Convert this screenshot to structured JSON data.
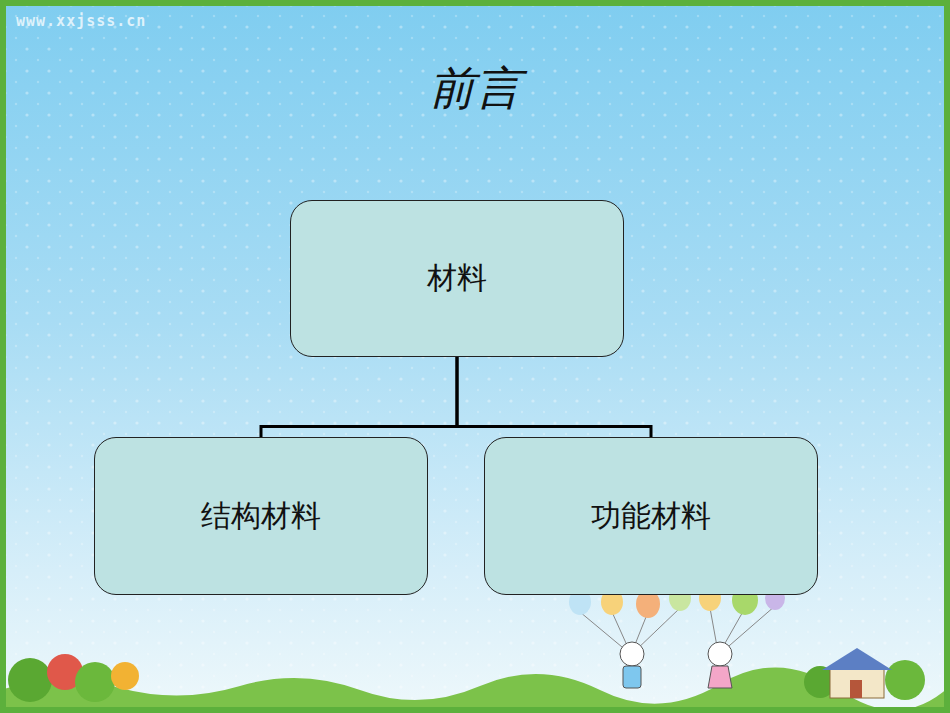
{
  "diagram": {
    "title": "前言",
    "nodes": [
      {
        "text": [
          "材料"
        ]
      },
      {
        "text": [
          "结构材料"
        ]
      },
      {
        "text": [
          "功能材料"
        ]
      }
    ],
    "edges": [
      {
        "from": 0,
        "to": 1,
        "arrow": "none"
      },
      {
        "from": 0,
        "to": 2,
        "arrow": "none"
      }
    ],
    "labels": [
      "www.xxjsss.cn"
    ]
  }
}
